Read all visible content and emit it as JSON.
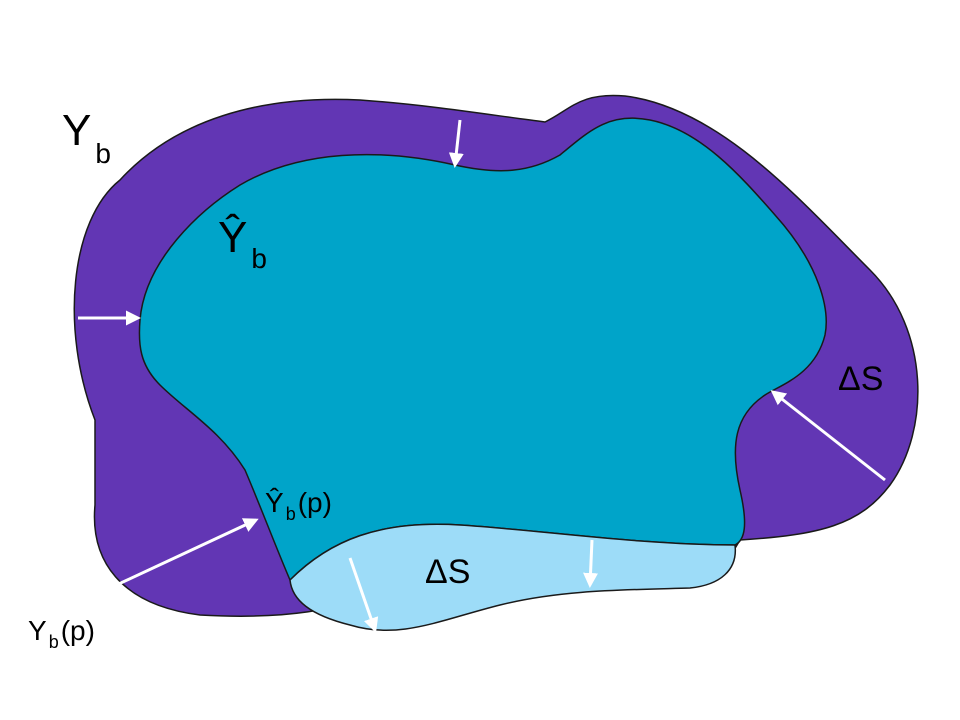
{
  "labels": {
    "outer_boundary": {
      "main": "Y",
      "sub": "b"
    },
    "estimated_boundary": {
      "main": "Ŷ",
      "sub": "b"
    },
    "delta_right": "ΔS",
    "delta_bottom": "ΔS",
    "estimated_point": {
      "main": "Ŷ",
      "sub": "b",
      "tail": "(p)"
    },
    "outer_point": {
      "main": "Y",
      "sub": "b",
      "tail": "(p)"
    }
  },
  "colors": {
    "outer_region": "#6236b4",
    "estimated_region": "#00a4c9",
    "overshoot_region": "#9ddcf8",
    "arrow": "#ffffff",
    "outline": "#1a1a1a"
  }
}
